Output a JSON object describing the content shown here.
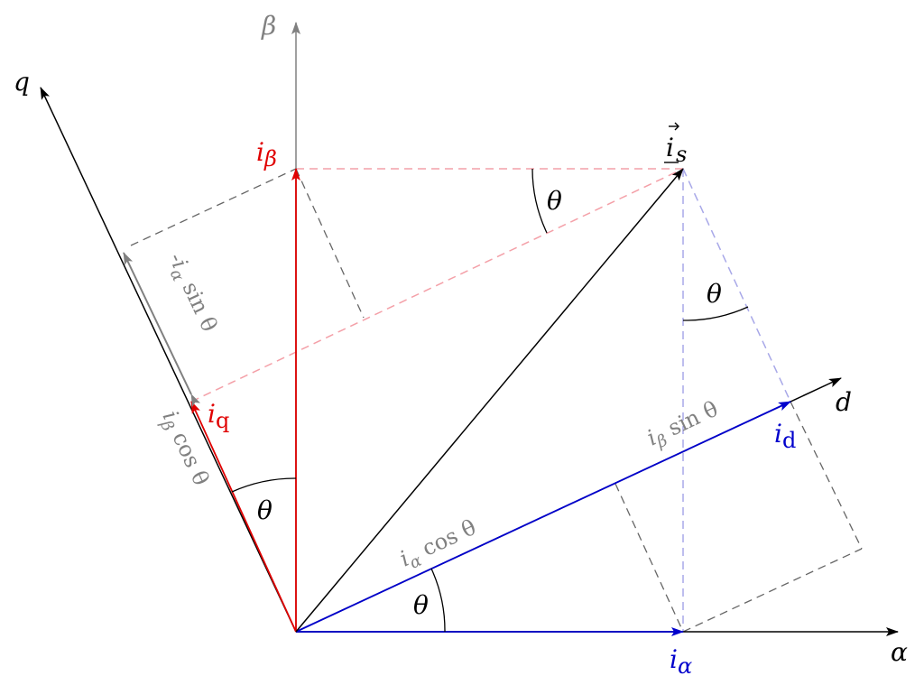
{
  "labels": {
    "beta": "β",
    "alpha": "α",
    "q": "q",
    "d": "d",
    "is_i": "i",
    "is_sub": "s",
    "i_beta_i": "i",
    "i_beta_sub": "β",
    "i_alpha_i": "i",
    "i_alpha_sub": "α",
    "i_q_i": "i",
    "i_q_sub": "q",
    "i_d_i": "i",
    "i_d_sub": "d",
    "theta": "θ",
    "ia_cos_i": "i",
    "ia_cos_sub": "α",
    "ia_cos_fn": " cos θ",
    "ib_sin_i": "i",
    "ib_sin_sub": "β",
    "ib_sin_fn": " sin θ",
    "ib_cos_i": "i",
    "ib_cos_sub": "β",
    "ib_cos_fn": " cos θ",
    "mia_sin_pre": "-",
    "mia_sin_i": "i",
    "mia_sin_sub": "α",
    "mia_sin_fn": " sin θ"
  },
  "colors": {
    "black": "#000000",
    "gray": "#808080",
    "red": "#e00000",
    "blue": "#0000cc",
    "pink_dash": "#f4a0a8",
    "blue_dash": "#a8a8e8",
    "gray_dash": "#666666"
  }
}
